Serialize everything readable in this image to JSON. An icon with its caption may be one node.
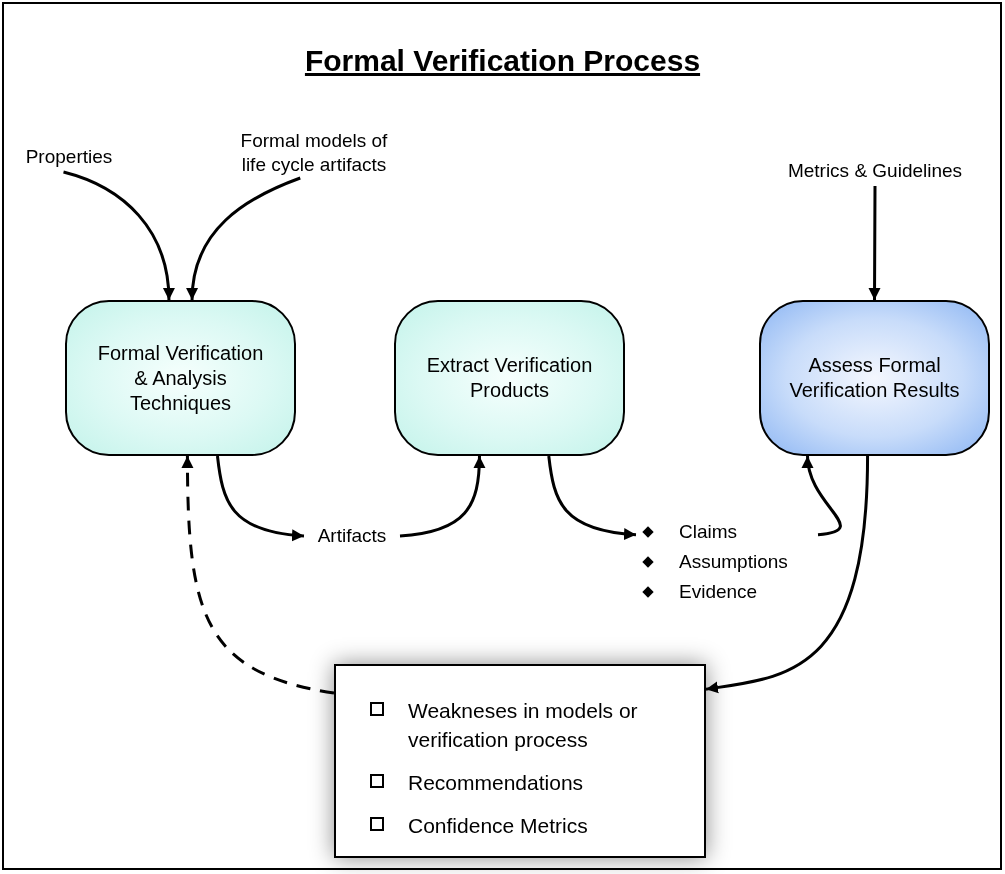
{
  "diagram": {
    "title": "Formal Verification Process",
    "nodes": [
      {
        "text": [
          "Properties"
        ]
      },
      {
        "text": [
          "Formal models of life cycle artifacts"
        ]
      },
      {
        "text": [
          "Metrics & Guidelines"
        ]
      },
      {
        "text": [
          "Formal Verification & Analysis Techniques"
        ]
      },
      {
        "text": [
          "Extract Verification Products"
        ]
      },
      {
        "text": [
          "Assess Formal Verification Results"
        ]
      },
      {
        "text": [
          "Artifacts"
        ]
      },
      {
        "text": [
          "Claims",
          "Assumptions",
          "Evidence"
        ]
      },
      {
        "text": [
          "Weakneses in models or verification process",
          "Recommendations",
          "Confidence Metrics"
        ]
      }
    ],
    "edges": [
      {
        "from": 0,
        "to": 3,
        "arrow": "to"
      },
      {
        "from": 1,
        "to": 3,
        "arrow": "to"
      },
      {
        "from": 2,
        "to": 5,
        "arrow": "to"
      },
      {
        "from": 3,
        "to": 6,
        "arrow": "to"
      },
      {
        "from": 6,
        "to": 4,
        "arrow": "to"
      },
      {
        "from": 4,
        "to": 7,
        "arrow": "to"
      },
      {
        "from": 7,
        "to": 5,
        "arrow": "to"
      },
      {
        "from": 5,
        "to": 8,
        "arrow": "to"
      },
      {
        "from": 8,
        "to": 3,
        "arrow": "to",
        "style": "dashed"
      }
    ]
  }
}
